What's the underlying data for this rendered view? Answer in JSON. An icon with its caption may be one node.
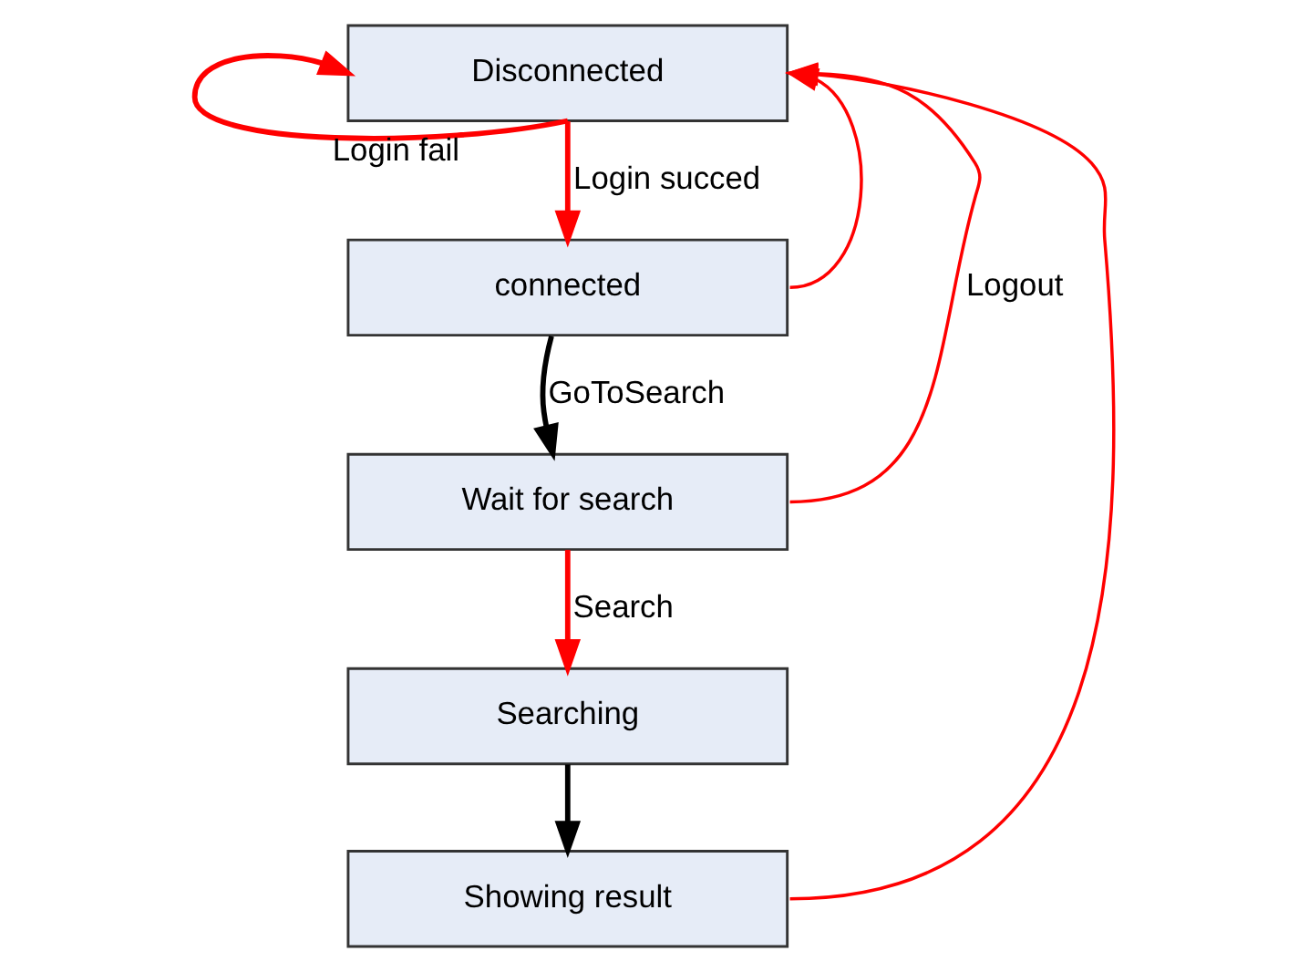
{
  "diagram": {
    "nodes": [
      {
        "text": [
          "Disconnected"
        ]
      },
      {
        "text": [
          "connected"
        ]
      },
      {
        "text": [
          "Wait for search"
        ]
      },
      {
        "text": [
          "Searching"
        ]
      },
      {
        "text": [
          "Showing result"
        ]
      }
    ],
    "edges": [
      {
        "from": 0,
        "to": 0,
        "arrow": "to",
        "label": "Login fail"
      },
      {
        "from": 0,
        "to": 1,
        "arrow": "to",
        "label": "Login succed"
      },
      {
        "from": 1,
        "to": 2,
        "arrow": "to",
        "label": "GoToSearch",
        "color": "#000000"
      },
      {
        "from": 2,
        "to": 3,
        "arrow": "to",
        "label": "Search"
      },
      {
        "from": 3,
        "to": 4,
        "arrow": "to",
        "color": "#000000"
      },
      {
        "from": 1,
        "to": 0,
        "arrow": "to"
      },
      {
        "from": 2,
        "to": 0,
        "arrow": "to",
        "label": "Logout"
      },
      {
        "from": 4,
        "to": 0,
        "arrow": "to"
      }
    ]
  }
}
